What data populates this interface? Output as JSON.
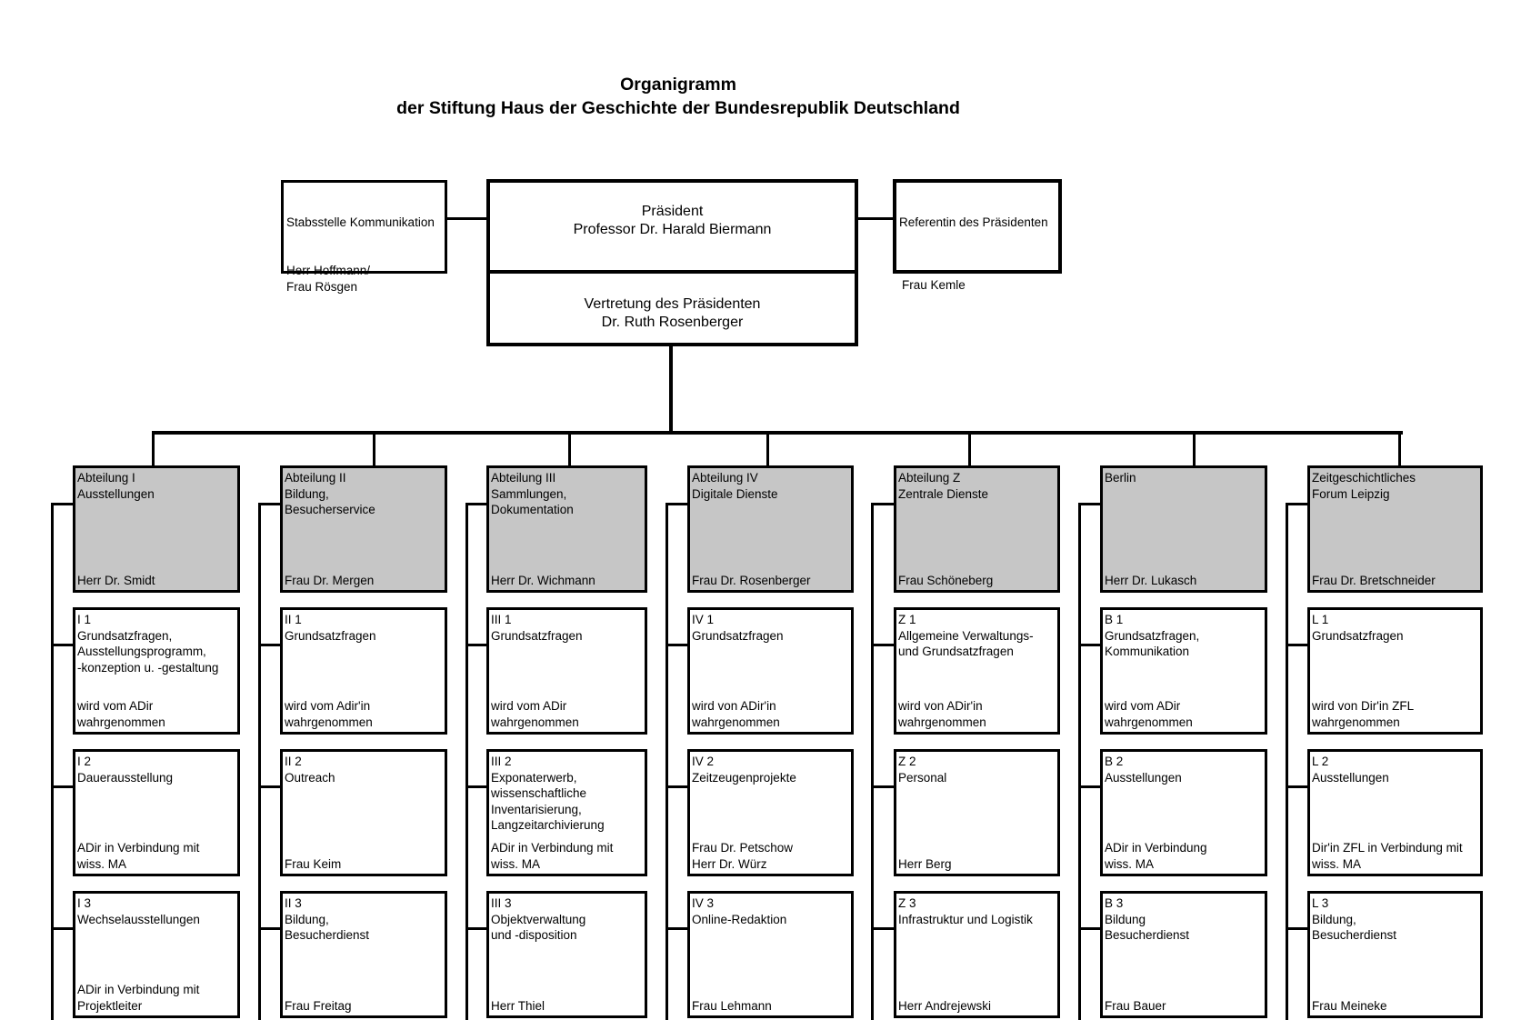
{
  "title": {
    "line1": "Organigramm",
    "line2": "der Stiftung Haus der Geschichte der Bundesrepublik Deutschland"
  },
  "staff_unit": {
    "label": "Stabsstelle Kommunikation",
    "persons": "Herr Hoffmann/\nFrau Rösgen"
  },
  "president": {
    "role": "Präsident",
    "name": "Professor Dr. Harald Biermann"
  },
  "deputy": {
    "role": "Vertretung des Präsidenten",
    "name": "Dr. Ruth Rosenberger"
  },
  "referent": {
    "label": "Referentin des Präsidenten",
    "person": "Frau Kemle"
  },
  "departments": [
    {
      "head": {
        "title": "Abteilung I\nAusstellungen",
        "person": "Herr Dr. Smidt"
      },
      "units": [
        {
          "title": "I 1\nGrundsatzfragen,\nAusstellungsprogramm,\n-konzeption u. -gestaltung",
          "person": "wird vom ADir\nwahrgenommen"
        },
        {
          "title": "I 2\nDauerausstellung",
          "person": "ADir  in Verbindung mit\nwiss. MA"
        },
        {
          "title": "I 3\nWechselausstellungen",
          "person": "ADir in Verbindung mit\nProjektleiter"
        }
      ]
    },
    {
      "head": {
        "title": "Abteilung II\nBildung,\nBesucherservice",
        "person": "Frau Dr. Mergen"
      },
      "units": [
        {
          "title": "II 1\nGrundsatzfragen",
          "person": "wird vom Adir'in\nwahrgenommen"
        },
        {
          "title": "II 2\nOutreach",
          "person": "Frau Keim"
        },
        {
          "title": "II 3\nBildung,\nBesucherdienst",
          "person": "Frau Freitag"
        }
      ]
    },
    {
      "head": {
        "title": "Abteilung III\nSammlungen,\nDokumentation",
        "person": "Herr Dr. Wichmann"
      },
      "units": [
        {
          "title": "III 1\nGrundsatzfragen",
          "person": "wird vom ADir\nwahrgenommen"
        },
        {
          "title": "III 2\nExponaterwerb,\nwissenschaftliche\nInventarisierung,\nLangzeitarchivierung",
          "person": "ADir in Verbindung mit\nwiss. MA"
        },
        {
          "title": "III 3\nObjektverwaltung\nund -disposition",
          "person": "Herr Thiel"
        }
      ]
    },
    {
      "head": {
        "title": "Abteilung IV\nDigitale Dienste",
        "person": "Frau Dr. Rosenberger"
      },
      "units": [
        {
          "title": "IV 1\nGrundsatzfragen",
          "person": "wird von ADir'in\nwahrgenommen"
        },
        {
          "title": "IV 2\nZeitzeugenprojekte",
          "person": "Frau Dr. Petschow\nHerr Dr. Würz"
        },
        {
          "title": "IV 3\nOnline-Redaktion",
          "person": "Frau Lehmann"
        }
      ]
    },
    {
      "head": {
        "title": "Abteilung Z\nZentrale Dienste",
        "person": "Frau Schöneberg"
      },
      "units": [
        {
          "title": "Z 1\nAllgemeine Verwaltungs-\nund Grundsatzfragen",
          "person": "wird von ADir'in\nwahrgenommen"
        },
        {
          "title": "Z 2\nPersonal",
          "person": "Herr Berg"
        },
        {
          "title": "Z 3\nInfrastruktur und Logistik",
          "person": "Herr Andrejewski"
        }
      ]
    },
    {
      "head": {
        "title": "Berlin",
        "person": "Herr Dr. Lukasch"
      },
      "units": [
        {
          "title": "B 1\nGrundsatzfragen,\nKommunikation",
          "person": "wird vom ADir\nwahrgenommen"
        },
        {
          "title": "B 2\nAusstellungen",
          "person": "ADir in Verbindung\nwiss. MA"
        },
        {
          "title": "B 3\nBildung\nBesucherdienst",
          "person": "Frau Bauer"
        }
      ]
    },
    {
      "head": {
        "title": "Zeitgeschichtliches\nForum Leipzig",
        "person": "Frau Dr. Bretschneider"
      },
      "units": [
        {
          "title": "L 1\nGrundsatzfragen",
          "person": "wird von Dir'in ZFL\nwahrgenommen"
        },
        {
          "title": "L 2\nAusstellungen",
          "person": "Dir'in ZFL in Verbindung mit\nwiss. MA"
        },
        {
          "title": "L 3\nBildung,\nBesucherdienst",
          "person": "Frau Meineke"
        }
      ]
    }
  ]
}
